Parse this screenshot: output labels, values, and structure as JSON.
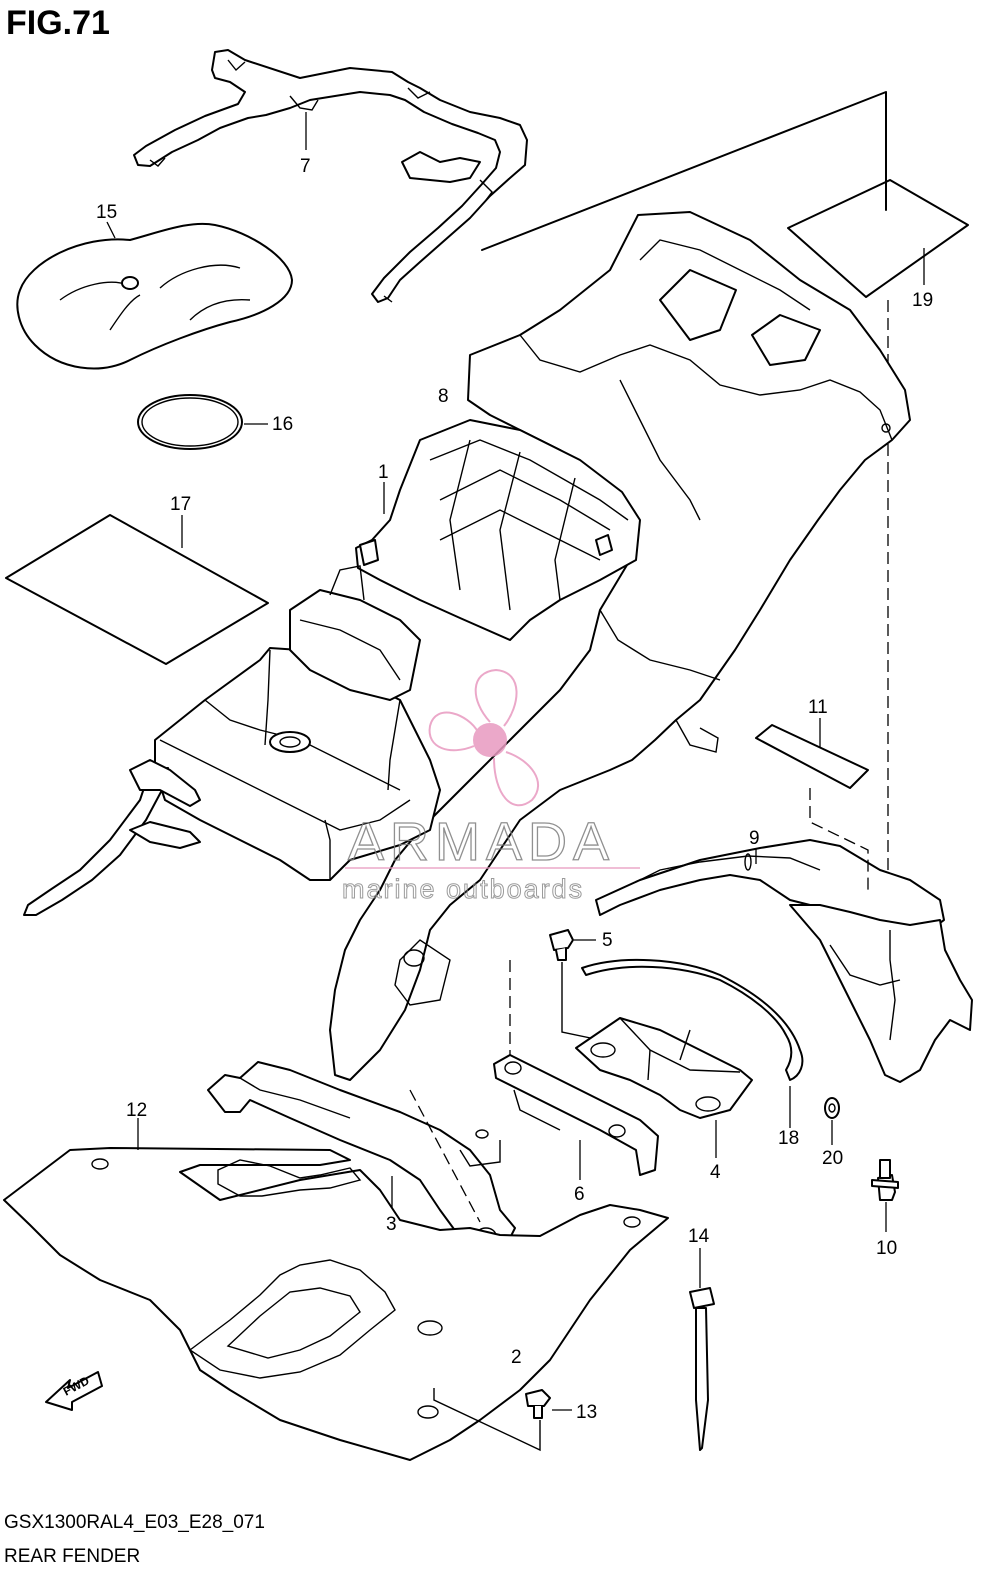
{
  "figure": {
    "title": "FIG.71",
    "code": "GSX1300RAL4_E03_E28_071",
    "name": "REAR FENDER"
  },
  "callouts": [
    "1",
    "2",
    "3",
    "4",
    "5",
    "6",
    "7",
    "8",
    "9",
    "10",
    "11",
    "12",
    "13",
    "14",
    "15",
    "16",
    "17",
    "18",
    "19",
    "20"
  ],
  "watermark": {
    "name": "ARMADA",
    "subtitle": "marine outboards",
    "color": "#e89ac0"
  },
  "direction_badge": "FWD"
}
